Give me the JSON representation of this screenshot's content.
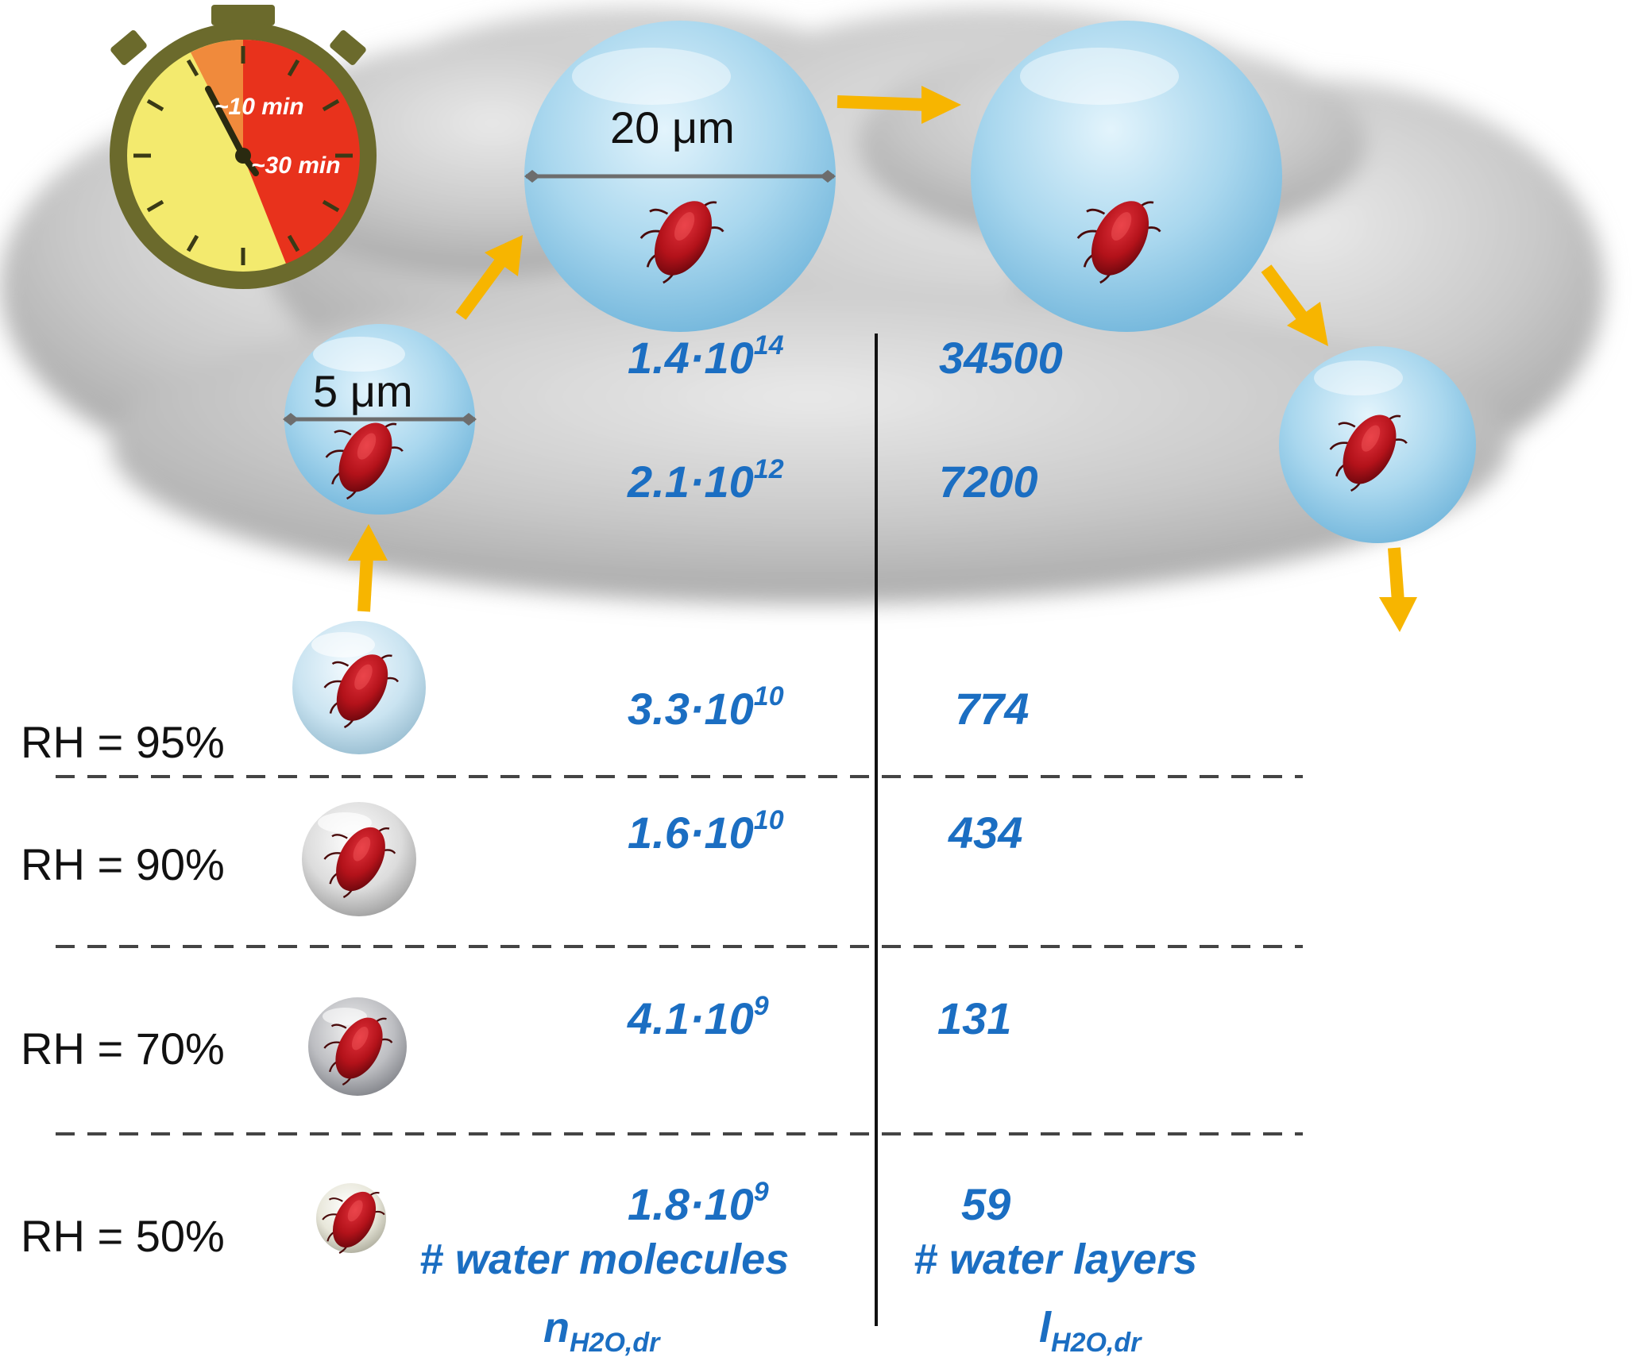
{
  "timer": {
    "label_short": "~10 min",
    "label_long": "~30 min",
    "colors": {
      "face": "#f3ea6e",
      "ring": "#6b6a2c",
      "red": "#e8321c",
      "orange": "#f08a3c"
    }
  },
  "droplets": {
    "small_size_label": "5 μm",
    "large_size_label": "20 μm"
  },
  "rows": [
    {
      "rh_label": "RH = 95%",
      "n_mantissa": "3.3·10",
      "n_exp": "10",
      "layers": "774"
    },
    {
      "rh_label": "RH = 90%",
      "n_mantissa": "1.6·10",
      "n_exp": "10",
      "layers": "434"
    },
    {
      "rh_label": "RH = 70%",
      "n_mantissa": "4.1·10",
      "n_exp": "9",
      "layers": "131"
    },
    {
      "rh_label": "RH = 50%",
      "n_mantissa": "1.8·10",
      "n_exp": "9",
      "layers": "59"
    }
  ],
  "cloud_rows": [
    {
      "n_mantissa": "1.4·10",
      "n_exp": "14",
      "layers": "34500"
    },
    {
      "n_mantissa": "2.1·10",
      "n_exp": "12",
      "layers": "7200"
    }
  ],
  "columns": {
    "molecules_label": "# water molecules",
    "molecules_symbol": "n",
    "molecules_subscript": "H2O,dr",
    "layers_label": "# water layers",
    "layers_symbol": "l",
    "layers_subscript": "H2O,dr"
  },
  "colors": {
    "value_blue": "#1b6ec2",
    "arrow_yellow": "#f7b500",
    "bacterium_red": "#b3121a",
    "droplet_blue": "#a9d7ee"
  }
}
